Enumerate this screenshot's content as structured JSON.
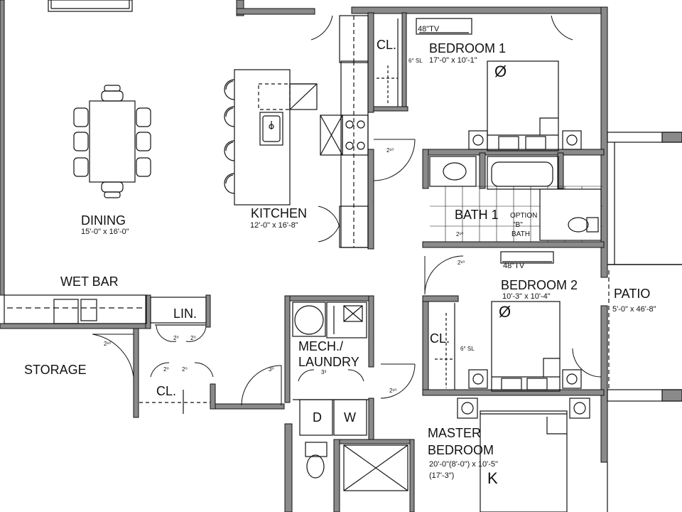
{
  "rooms": {
    "bedroom1": {
      "name": "BEDROOM 1",
      "dims": "17'-0\" x 10'-1\""
    },
    "dining": {
      "name": "DINING",
      "dims": "15'-0\" x 16'-0\""
    },
    "kitchen": {
      "name": "KITCHEN",
      "dims": "12'-0\" x 16'-8\""
    },
    "bath1": {
      "name": "BATH 1",
      "option_line1": "OPTION",
      "option_line2": "\"B\"",
      "option_line3": "BATH"
    },
    "bedroom2": {
      "name": "BEDROOM 2",
      "dims": "10'-3\" x 10'-4\""
    },
    "patio": {
      "name": "PATIO",
      "dims": "5'-0\" x 46'-8\""
    },
    "wet_bar": {
      "name": "WET BAR"
    },
    "linen": {
      "name": "LIN."
    },
    "storage": {
      "name": "STORAGE"
    },
    "mech_laundry": {
      "line1": "MECH./",
      "line2": "LAUNDRY"
    },
    "master": {
      "line1": "MASTER",
      "line2": "BEDROOM",
      "dims1": "20'-0\"(8'-0\") x 10'-5\"",
      "dims2": "(17'-3\")"
    }
  },
  "closets": {
    "cl1": "CL.",
    "cl2": "CL.",
    "cl3": "CL."
  },
  "tv": {
    "tv1": "48\"TV",
    "tv2": "48\"TV"
  },
  "shelf": {
    "sl1": "6° SL",
    "sl2": "6° SL"
  },
  "appliances": {
    "dryer": "D",
    "washer": "W"
  },
  "bed_marks": {
    "bed1": "Ø",
    "bed2": "Ø",
    "master": "K"
  },
  "door_marks": {
    "d1": "2¹⁰",
    "d2": "2¹⁰",
    "d3": "2¹⁰",
    "d4": "2¹⁰",
    "d5": "2¹⁰",
    "d6": "2⁰",
    "d7": "2⁰",
    "d8": "2⁰",
    "d9": "2⁰",
    "d10": "3⁰",
    "d11": "3³"
  }
}
